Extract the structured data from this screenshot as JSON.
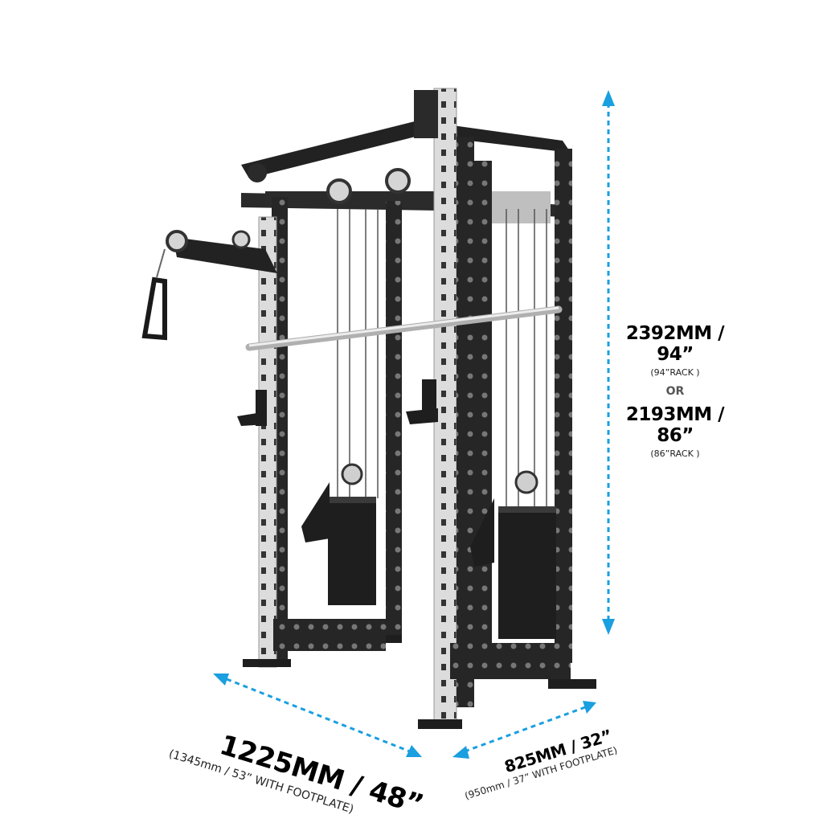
{
  "dimensions": {
    "height_primary": "2392MM / 94”",
    "height_primary_note": "(94”RACK )",
    "height_separator": "OR",
    "height_secondary": "2193MM / 86”",
    "height_secondary_note": "(86”RACK )",
    "width_main": "1225MM / 48”",
    "width_note": "(1345mm / 53” WITH FOOTPLATE)",
    "depth_main": "825MM / 32”",
    "depth_note": "(950mm / 37” WITH FOOTPLATE)"
  },
  "colors": {
    "arrow": "#1a9fe0",
    "frame": "#1c1c1c",
    "upright_silver": "#d9d9d9",
    "text": "#111111"
  },
  "icons": [
    "double-arrow-icon",
    "pulley-icon",
    "handle-icon"
  ]
}
